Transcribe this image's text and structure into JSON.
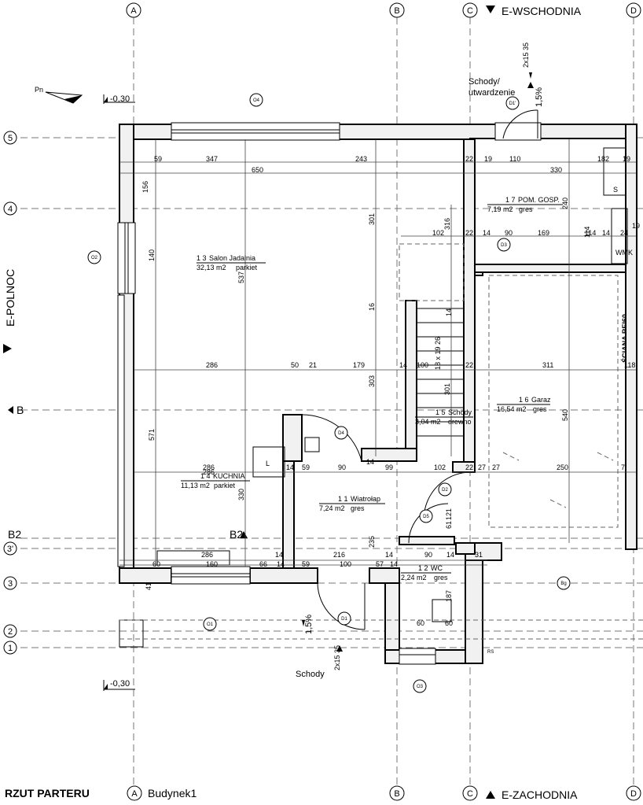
{
  "axes": {
    "columns": [
      "A",
      "B",
      "C",
      "D"
    ],
    "rows": [
      "5",
      "4",
      "B",
      "B2",
      "3'",
      "3",
      "2",
      "1"
    ],
    "row_b2_right": "B2"
  },
  "elevations": {
    "top": "E-WSCHODNIA",
    "bottom": "E-ZACHODNIA",
    "left": "E-POLNOC",
    "wall_right": "ŚCIANA REI60"
  },
  "levels": {
    "upper": "-0,30",
    "lower": "-0,30"
  },
  "north_label": "Pn",
  "stairs": {
    "top_label": "Schody/ utwardzenie",
    "top_dim": "2x15 35",
    "top_slope": "1,5%",
    "bottom_label": "Schody",
    "bottom_dim": "2x15 35",
    "bottom_slope": "1,5%",
    "internal": "18 x 19 26"
  },
  "rooms": [
    {
      "num": "1 3",
      "name": "Salon Jadalnia",
      "area": "32,13 m2",
      "floor": "parkiet"
    },
    {
      "num": "1 7",
      "name": "POM. GOSP.",
      "area": "7,19 m2",
      "floor": "gres"
    },
    {
      "num": "1 6",
      "name": "Garaz",
      "area": "16,54 m2",
      "floor": "gres"
    },
    {
      "num": "1 5",
      "name": "Schody",
      "area": "3,04 m2",
      "floor": "drewno"
    },
    {
      "num": "1 4",
      "name": "KUCHNIA",
      "area": "11,13 m2",
      "floor": "parkiet"
    },
    {
      "num": "1 1",
      "name": "Wiatrołap",
      "area": "7,24 m2",
      "floor": "gres"
    },
    {
      "num": "1 2",
      "name": "WC",
      "area": "2,24 m2",
      "floor": "gres"
    }
  ],
  "openings": [
    "O4",
    "D1'",
    "D3",
    "O2",
    "D4",
    "D2",
    "D5",
    "O1",
    "D1",
    "O3",
    "Bg"
  ],
  "dims_top": [
    "59",
    "347",
    "243",
    "22",
    "19",
    "110",
    "330",
    "182",
    "19"
  ],
  "dims_top2": [
    "650",
    "330"
  ],
  "dims_row4": [
    "102",
    "22",
    "14",
    "90",
    "169",
    "114",
    "14",
    "24",
    "19"
  ],
  "dims_mid": [
    "286",
    "50",
    "21",
    "179",
    "14",
    "100",
    "22",
    "311",
    "118"
  ],
  "dims_row3a": [
    "286",
    "14",
    "59",
    "90",
    "14",
    "99",
    "102",
    "22",
    "27",
    "27",
    "250",
    "7"
  ],
  "dims_row3b": [
    "286",
    "14",
    "216",
    "14",
    "31"
  ],
  "dims_bottom": [
    "60",
    "160",
    "66",
    "14",
    "59",
    "100",
    "57",
    "14",
    "90",
    "14"
  ],
  "dims_wc": [
    "60",
    "60"
  ],
  "dims_vertical": [
    "156",
    "140",
    "537",
    "571",
    "330",
    "301",
    "16",
    "316",
    "303",
    "301",
    "235",
    "187",
    "240",
    "540",
    "121",
    "61",
    "14",
    "114",
    "41"
  ],
  "misc": {
    "wmk": "WMK",
    "s": "S",
    "l": "L",
    "rs": "RS"
  },
  "footer": {
    "title": "RZUT PARTERU",
    "col": "A",
    "building": "Budynek1"
  }
}
